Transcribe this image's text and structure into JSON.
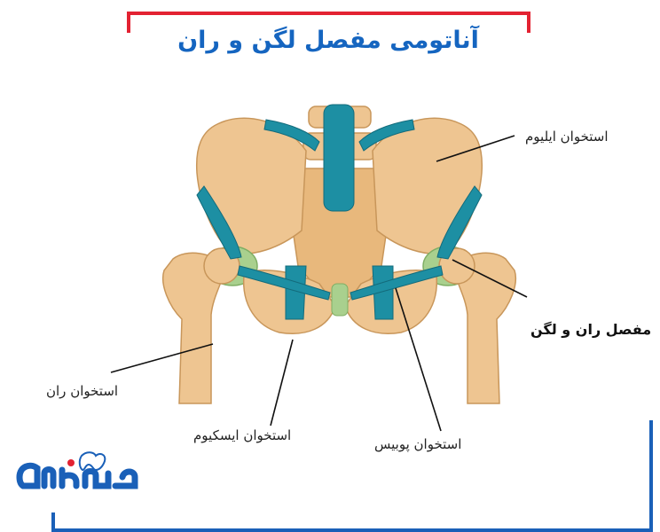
{
  "title": "آناتومی مفصل لگن و ران",
  "labels": {
    "ilium": "استخوان ایلیوم",
    "hip_joint": "مفصل ران و لگن",
    "femur": "استخوان ران",
    "ischium": "استخوان ایسکیوم",
    "pubis": "استخوان پوبیس"
  },
  "colors": {
    "accent_red": "#e32232",
    "accent_blue": "#1a60b8",
    "bone": "#eec591",
    "bone_shadow": "#d9a867",
    "ligament": "#1d8fa3",
    "cartilage": "#a9d08e"
  },
  "logo": {
    "icon": "tooth-logo-icon"
  }
}
